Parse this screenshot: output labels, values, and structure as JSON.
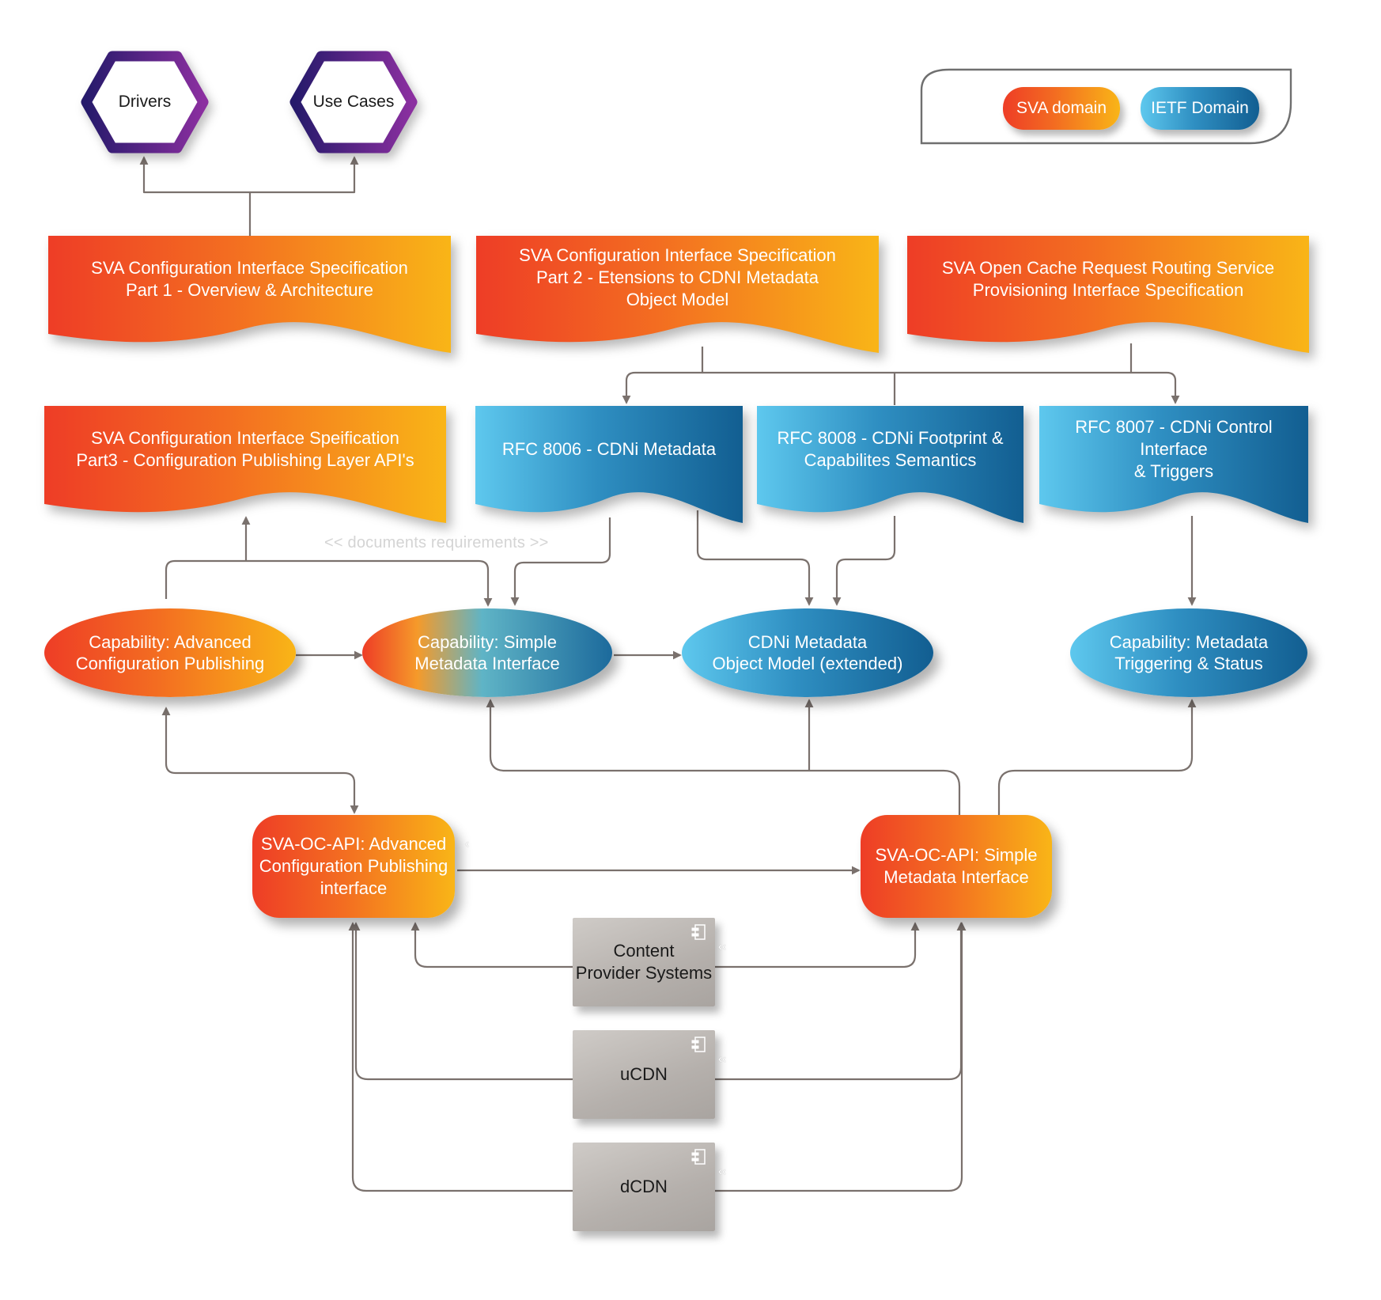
{
  "legend": {
    "sva": "SVA domain",
    "ietf": "IETF Domain"
  },
  "hexagons": {
    "drivers": "Drivers",
    "use_cases": "Use Cases"
  },
  "documents": {
    "sva_part1": "SVA Configuration Interface Specification\nPart 1 - Overview & Architecture",
    "sva_part2": "SVA Configuration Interface Specification\nPart 2 - Etensions to CDNI Metadata\nObject Model",
    "sva_ocrr": "SVA Open Cache Request Routing Service\nProvisioning Interface Specification",
    "sva_part3": "SVA Configuration Interface Speification\nPart3 - Configuration Publishing Layer API's",
    "rfc8006": "RFC 8006 - CDNi Metadata",
    "rfc8008": "RFC 8008 - CDNi Footprint &\nCapabilites Semantics",
    "rfc8007": "RFC 8007 - CDNi Control Interface\n& Triggers"
  },
  "relation_label": "<< documents requirements >>",
  "capabilities": {
    "advanced": "Capability: Advanced\nConfiguration Publishing",
    "simple": "Capability: Simple\nMetadata Interface",
    "object_model": "CDNi Metadata\nObject Model (extended)",
    "triggering": "Capability: Metadata\nTriggering & Status"
  },
  "apis": {
    "advanced": "SVA-OC-API: Advanced\nConfiguration Publishing\ninterface",
    "simple": "SVA-OC-API: Simple\nMetadata Interface"
  },
  "components": {
    "content_provider": "Content\nProvider Systems",
    "ucdn": "uCDN",
    "dcdn": "dCDN"
  },
  "colors": {
    "sva_start": "#ee3d26",
    "sva_end": "#f9b517",
    "ietf_start": "#5ec8ee",
    "ietf_end": "#125e91",
    "hex_border_start": "#2a1a6e",
    "hex_border_end": "#8b2fa0",
    "wire": "#7a716d"
  }
}
